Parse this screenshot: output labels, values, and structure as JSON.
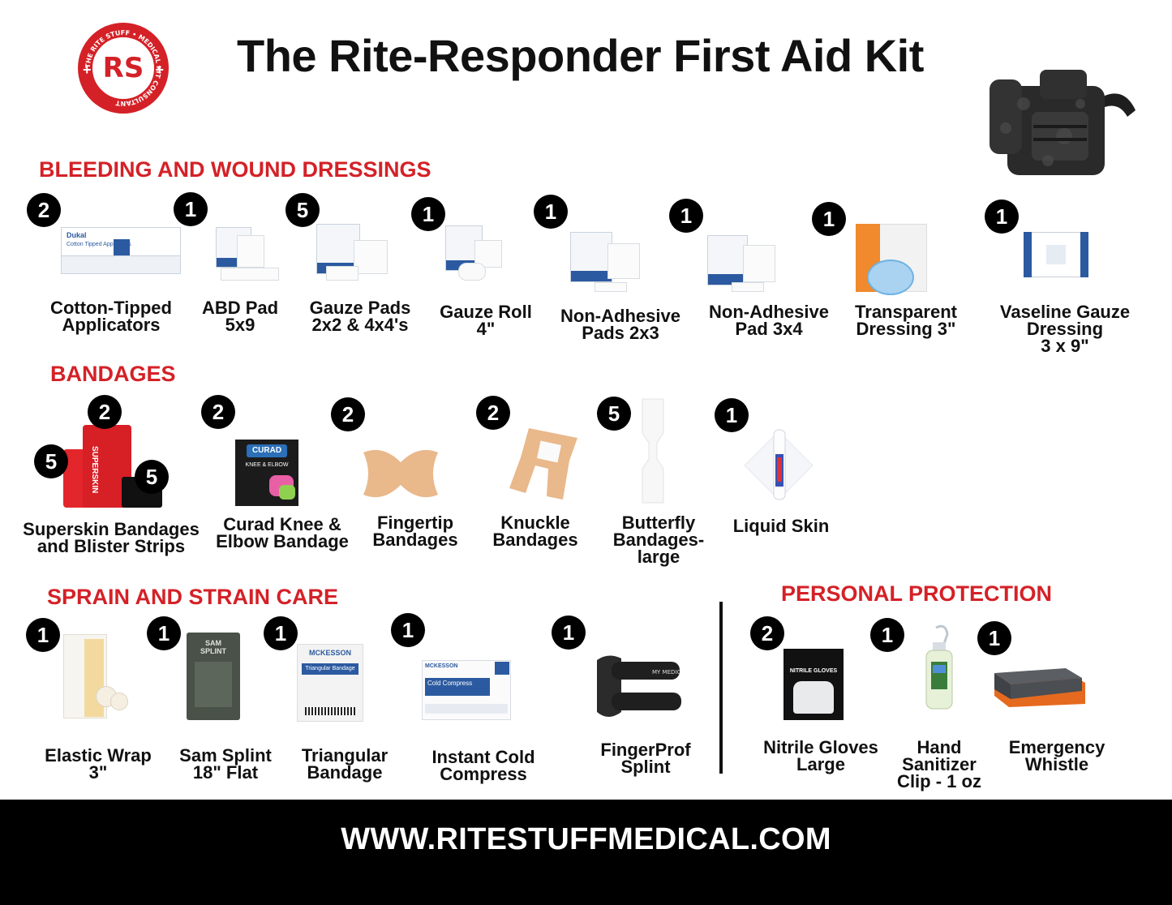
{
  "title": "The Rite-Responder First Aid Kit",
  "logo": {
    "ring_text": "THE RITE STUFF • MEDICAL KIT CONSULTANT",
    "mark": "RS"
  },
  "colors": {
    "accent": "#d42127",
    "badge": "#000000",
    "footer": "#000000"
  },
  "sections": {
    "bleeding": "BLEEDING AND WOUND DRESSINGS",
    "bandages": "BANDAGES",
    "sprain": "SPRAIN AND STRAIN CARE",
    "protection": "PERSONAL PROTECTION"
  },
  "bleeding_items": [
    {
      "qty": "2",
      "line1": "Cotton-Tipped",
      "line2": "Applicators",
      "line3": ""
    },
    {
      "qty": "1",
      "line1": "ABD Pad",
      "line2": "5x9",
      "line3": ""
    },
    {
      "qty": "5",
      "line1": "Gauze Pads",
      "line2": "2x2 & 4x4's",
      "line3": ""
    },
    {
      "qty": "1",
      "line1": "Gauze Roll",
      "line2": "4\"",
      "line3": ""
    },
    {
      "qty": "1",
      "line1": "Non-Adhesive",
      "line2": "Pads  2x3",
      "line3": ""
    },
    {
      "qty": "1",
      "line1": "Non-Adhesive",
      "line2": "Pad 3x4",
      "line3": ""
    },
    {
      "qty": "1",
      "line1": "Transparent",
      "line2": "Dressing 3\"",
      "line3": ""
    },
    {
      "qty": "1",
      "line1": "Vaseline Gauze",
      "line2": "Dressing",
      "line3": "3 x 9\""
    }
  ],
  "bandage_items": [
    {
      "qty": "2",
      "qty2": "5",
      "qty3": "5",
      "line1": "Superskin Bandages",
      "line2": "and Blister Strips",
      "line3": ""
    },
    {
      "qty": "2",
      "line1": "Curad Knee &",
      "line2": "Elbow Bandage",
      "line3": ""
    },
    {
      "qty": "2",
      "line1": "Fingertip",
      "line2": "Bandages",
      "line3": ""
    },
    {
      "qty": "2",
      "line1": "Knuckle",
      "line2": "Bandages",
      "line3": ""
    },
    {
      "qty": "5",
      "line1": "Butterfly",
      "line2": "Bandages-",
      "line3": "large"
    },
    {
      "qty": "1",
      "line1": "Liquid Skin",
      "line2": "",
      "line3": ""
    }
  ],
  "sprain_items": [
    {
      "qty": "1",
      "line1": "Elastic Wrap",
      "line2": "3\"",
      "line3": ""
    },
    {
      "qty": "1",
      "line1": "Sam Splint",
      "line2": "18\" Flat",
      "line3": ""
    },
    {
      "qty": "1",
      "line1": "Triangular",
      "line2": "Bandage",
      "line3": ""
    },
    {
      "qty": "1",
      "line1": "Instant Cold",
      "line2": "Compress",
      "line3": ""
    },
    {
      "qty": "1",
      "line1": "FingerProf",
      "line2": "Splint",
      "line3": ""
    }
  ],
  "protection_items": [
    {
      "qty": "2",
      "line1": "Nitrile Gloves",
      "line2": "Large",
      "line3": ""
    },
    {
      "qty": "1",
      "line1": "Hand",
      "line2": "Sanitizer",
      "line3": "Clip - 1 oz"
    },
    {
      "qty": "1",
      "line1": "Emergency",
      "line2": "Whistle",
      "line3": ""
    }
  ],
  "product_text": {
    "dukal": "Dukal",
    "dukal_sub": "Cotton Tipped Applicators",
    "curad": "CURAD",
    "curad_sub": "KNEE & ELBOW",
    "superskin": "SUPERSKIN",
    "sam": "SAM SPLINT",
    "mckesson": "MCKESSON",
    "triangular": "Triangular Bandage",
    "cold": "Cold Compress",
    "gloves": "NITRILE GLOVES",
    "mymedic": "MY MEDIC"
  },
  "footer": "WWW.RITESTUFFMEDICAL.COM"
}
